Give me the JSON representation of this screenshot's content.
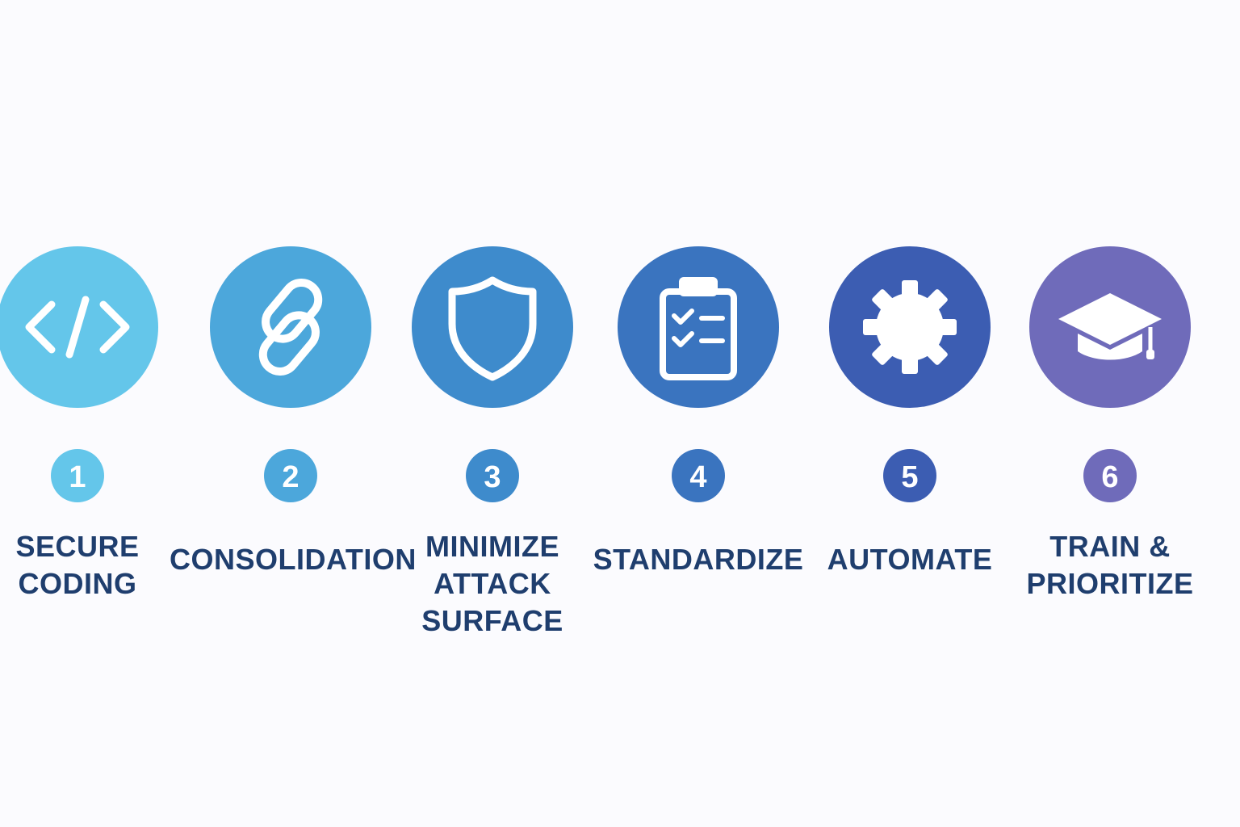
{
  "steps": [
    {
      "number": "1",
      "label": "SECURE\nCODING",
      "icon": "code-icon",
      "color": "#64c6ea"
    },
    {
      "number": "2",
      "label": "CONSOLIDATION",
      "icon": "chain-link-icon",
      "color": "#4ca7db"
    },
    {
      "number": "3",
      "label": "MINIMIZE\nATTACK\nSURFACE",
      "icon": "shield-icon",
      "color": "#3e8bcc"
    },
    {
      "number": "4",
      "label": "STANDARDIZE",
      "icon": "clipboard-checklist-icon",
      "color": "#3a74bf"
    },
    {
      "number": "5",
      "label": "AUTOMATE",
      "icon": "gear-icon",
      "color": "#3c5db2"
    },
    {
      "number": "6",
      "label": "TRAIN &\nPRIORITIZE",
      "icon": "graduation-cap-icon",
      "color": "#6f6bba"
    }
  ],
  "colors": {
    "label_text": "#1f3e6e",
    "icon_stroke": "#ffffff",
    "background": "#fbfbfe"
  }
}
